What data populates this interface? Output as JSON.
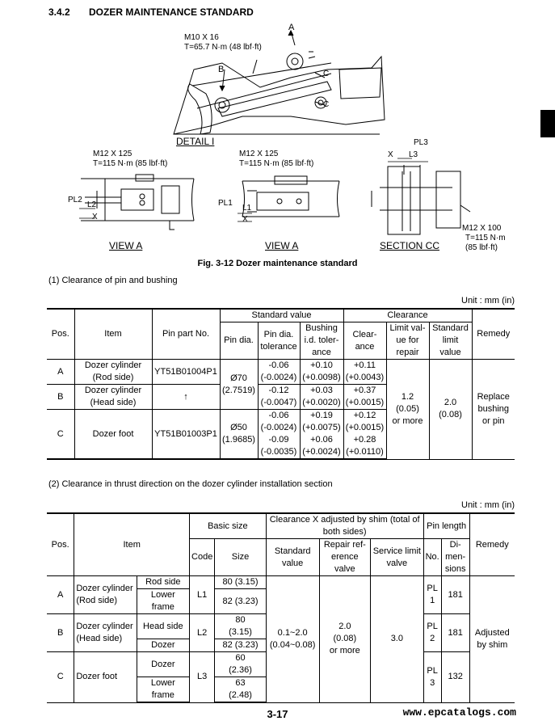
{
  "section": {
    "number": "3.4.2",
    "title": "DOZER MAINTENANCE STANDARD"
  },
  "drawing": {
    "torque_top": [
      "M10 X 16",
      "T=65.7 N·m (48 lbf·ft)"
    ],
    "arrow_a": "A",
    "arrow_b": "B",
    "arrow_c1": "C",
    "arrow_c2": "C",
    "detail_label": "DETAIL  I",
    "torque_left": [
      "M12 X 125",
      "T=115 N·m (85 lbf·ft)"
    ],
    "torque_mid": [
      "M12 X 125",
      "T=115 N·m (85 lbf·ft)"
    ],
    "torque_right": [
      "M12 X 100",
      "T=115 N·m",
      "(85 lbf·ft)"
    ],
    "pl2": "PL2",
    "pl1": "PL1",
    "pl3": "PL3",
    "l2": "L2",
    "l1": "L1",
    "l3": "L3",
    "x1": "X",
    "x2": "X",
    "x3": "X",
    "view_a1": "VIEW   A",
    "view_a2": "VIEW   A",
    "section_cc": "SECTION   CC"
  },
  "figure_caption": "Fig. 3-12 Dozer maintenance standard",
  "part1": {
    "heading": "(1)  Clearance of pin and bushing",
    "unit": "Unit : mm (in)",
    "headers": {
      "pos": "Pos.",
      "item": "Item",
      "pin_part": "Pin part No.",
      "standard_value": "Standard value",
      "pin_dia": "Pin dia.",
      "pin_dia_tol": [
        "Pin dia.",
        "tolerance"
      ],
      "bushing_tol": [
        "Bushing",
        "i.d. toler-",
        "ance"
      ],
      "clearance_group": "Clearance",
      "clearance": [
        "Clear-",
        "ance"
      ],
      "limit": [
        "Limit val-",
        "ue for",
        "repair"
      ],
      "std_limit": [
        "Standard",
        "limit",
        "value"
      ],
      "remedy": "Remedy"
    },
    "rows": [
      {
        "pos": "A",
        "item": [
          "Dozer cylinder",
          "(Rod side)"
        ],
        "part": "YT51B01004P1",
        "pin_tol": [
          "-0.06",
          "(-0.0024)"
        ],
        "bush_tol": [
          "+0.10",
          "(+0.0098)"
        ],
        "clear": [
          "+0.11",
          "(+0.0043)"
        ]
      },
      {
        "pos": "B",
        "item": [
          "Dozer cylinder",
          "(Head side)"
        ],
        "part": "↑",
        "pin_tol": [
          "-0.12",
          "(-0.0047)"
        ],
        "bush_tol": [
          "+0.03",
          "(+0.0020)"
        ],
        "clear": [
          "+0.37",
          "(+0.0015)"
        ]
      },
      {
        "pos": "C",
        "item": [
          "Dozer foot"
        ],
        "part": "YT51B01003P1",
        "pin_tol": [
          "-0.06",
          "(-0.0024)",
          "-0.09",
          "(-0.0035)"
        ],
        "bush_tol": [
          "+0.19",
          "(+0.0075)",
          "+0.06",
          "(+0.0024)"
        ],
        "clear": [
          "+0.12",
          "(+0.0015)",
          "+0.28",
          "(+0.0110)"
        ]
      }
    ],
    "pin_dia_ab": [
      "Ø70",
      "(2.7519)"
    ],
    "pin_dia_c": [
      "Ø50",
      "(1.9685)"
    ],
    "limit_value": [
      "1.2",
      "(0.05)",
      "or more"
    ],
    "std_limit_value": [
      "2.0",
      "(0.08)"
    ],
    "remedy_value": [
      "Replace",
      "bushing",
      "or pin"
    ]
  },
  "part2": {
    "heading": "(2)  Clearance in thrust direction on the dozer cylinder installation section",
    "unit": "Unit : mm (in)",
    "headers": {
      "pos": "Pos.",
      "item": "Item",
      "basic_size": "Basic size",
      "clearance_x": [
        "Clearance X adjusted by shim (total of",
        "both sides)"
      ],
      "pin_length": "Pin length",
      "code": "Code",
      "size": "Size",
      "standard": [
        "Standard",
        "value"
      ],
      "repair_ref": [
        "Repair ref-",
        "erence",
        "valve"
      ],
      "service_limit": [
        "Service limit",
        "valve"
      ],
      "no": "No.",
      "dimensions": [
        "Di-",
        "men-",
        "sions"
      ],
      "remedy": "Remedy"
    },
    "rows": [
      {
        "pos": "A",
        "item": [
          "Dozer cylinder",
          "(Rod side)"
        ],
        "code": "L1",
        "sub": [
          {
            "side": "Rod side",
            "size": [
              "80 (3.15)"
            ]
          },
          {
            "side": "Lower frame",
            "size": [
              "82 (3.23)"
            ]
          }
        ],
        "pl": [
          "PL",
          "1"
        ],
        "dim": "181"
      },
      {
        "pos": "B",
        "item": [
          "Dozer cylinder",
          "(Head side)"
        ],
        "code": "L2",
        "sub": [
          {
            "side": "Head side",
            "size": [
              "80",
              "(3.15)"
            ]
          },
          {
            "side": "Dozer",
            "size": [
              "82 (3.23)"
            ]
          }
        ],
        "pl": [
          "PL",
          "2"
        ],
        "dim": "181"
      },
      {
        "pos": "C",
        "item": [
          "Dozer foot"
        ],
        "code": "L3",
        "sub": [
          {
            "side": "Dozer",
            "size": [
              "60",
              "(2.36)"
            ]
          },
          {
            "side": "Lower frame",
            "size": [
              "63",
              "(2.48)"
            ]
          }
        ],
        "pl": [
          "PL",
          "3"
        ],
        "dim": "132"
      }
    ],
    "standard_value": [
      "0.1~2.0",
      "(0.04~0.08)"
    ],
    "repair_value": [
      "2.0",
      "(0.08)",
      "or more"
    ],
    "service_value": "3.0",
    "remedy_value": [
      "Adjusted",
      "by shim"
    ]
  },
  "page_number": "3-17",
  "watermark": "www.epcatalogs.com"
}
